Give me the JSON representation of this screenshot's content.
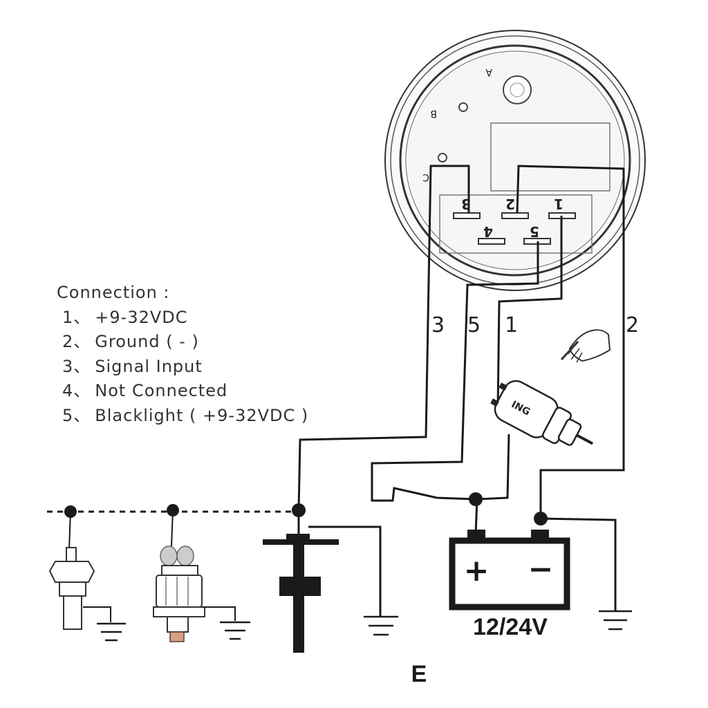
{
  "gauge": {
    "hole_labels": [
      "A",
      "B",
      "C"
    ],
    "pins": [
      "3",
      "2",
      "1",
      "4",
      "5"
    ]
  },
  "connection": {
    "title": "Connection :",
    "items": [
      {
        "num": "1、",
        "label": "+9-32VDC"
      },
      {
        "num": "2、",
        "label": "Ground ( - )"
      },
      {
        "num": "3、",
        "label": "Signal  Input"
      },
      {
        "num": "4、",
        "label": "Not Connected"
      },
      {
        "num": "5、",
        "label": "Blacklight ( +9-32VDC )"
      }
    ]
  },
  "wire_labels": [
    "3",
    "5",
    "1",
    "2"
  ],
  "ignition_label": "ING",
  "battery": {
    "plus": "+",
    "minus": "−",
    "voltage": "12/24V"
  },
  "figure_letter": "E"
}
